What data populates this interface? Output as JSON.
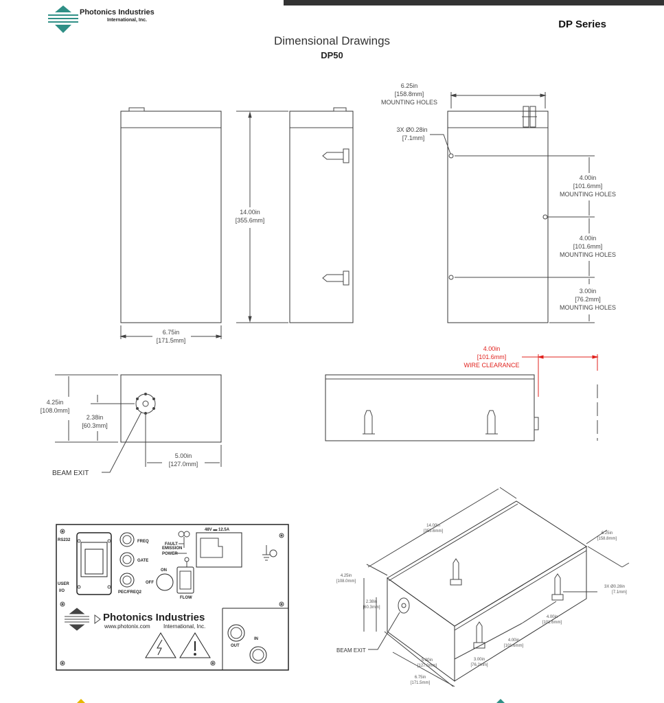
{
  "header": {
    "company_name": "Photonics Industries",
    "company_sub": "International, Inc.",
    "series": "DP Series",
    "title": "Dimensional Drawings",
    "model": "DP50",
    "brand_color": "#2f8f86"
  },
  "front_view": {
    "width_in": "6.75in",
    "width_mm": "[171.5mm]"
  },
  "side_view": {
    "height_in": "14.00in",
    "height_mm": "[355.6mm]"
  },
  "back_view": {
    "mount_spacing_in": "6.25in",
    "mount_spacing_mm": "[158.8mm]",
    "mount_spacing_label": "MOUNTING HOLES",
    "hole_spec": "3X  Ø0.28in",
    "hole_mm": "[7.1mm]",
    "hole1_in": "4.00in",
    "hole1_mm": "[101.6mm]",
    "hole1_label": "MOUNTING HOLES",
    "hole2_in": "4.00in",
    "hole2_mm": "[101.6mm]",
    "hole2_label": "MOUNTING HOLES",
    "hole3_in": "3.00in",
    "hole3_mm": "[76.2mm]",
    "hole3_label": "MOUNTING HOLES"
  },
  "end_view": {
    "height_in": "4.25in",
    "height_mm": "[108.0mm]",
    "beam_height_in": "2.38in",
    "beam_height_mm": "[60.3mm]",
    "beam_offset_in": "5.00in",
    "beam_offset_mm": "[127.0mm]",
    "beam_exit": "BEAM EXIT"
  },
  "top_view": {
    "clearance_in": "4.00in",
    "clearance_mm": "[101.6mm]",
    "clearance_label": "WIRE CLEARANCE",
    "clearance_color": "#e0201c"
  },
  "panel": {
    "rs232": "RS232",
    "user": "USER",
    "io": "I/O",
    "freq": "FREQ",
    "gate": "GATE",
    "pec": "PEC/FREQ2",
    "fault": "FAULT",
    "emission": "EMISSION",
    "power": "POWER",
    "voltage": "48V ▬ 12.5A",
    "on": "ON",
    "off": "OFF",
    "flow": "FLOW",
    "brand": "Photonics Industries",
    "url": "www.photonix.com",
    "brand_sub": "International, Inc.",
    "out": "OUT",
    "in": "IN"
  },
  "iso_view": {
    "length_in": "14.00in",
    "length_mm": "[355.6mm]",
    "width_in": "6.25in",
    "width_mm": "[158.8mm]",
    "height_in": "4.25in",
    "height_mm": "[108.0mm]",
    "beam_in": "2.38in",
    "beam_mm": "[60.3mm]",
    "hole_spec": "3X  Ø0.28in",
    "hole_mm": "[7.1mm]",
    "h1_in": "4.00in",
    "h1_mm": "[101.6mm]",
    "h2_in": "4.00in",
    "h2_mm": "[101.6mm]",
    "h3_in": "3.00in",
    "h3_mm": "[76.2mm]",
    "off_in": "5.00in",
    "off_mm": "[127.0mm]",
    "full_in": "6.75in",
    "full_mm": "[171.5mm]",
    "beam_exit": "BEAM EXIT"
  }
}
